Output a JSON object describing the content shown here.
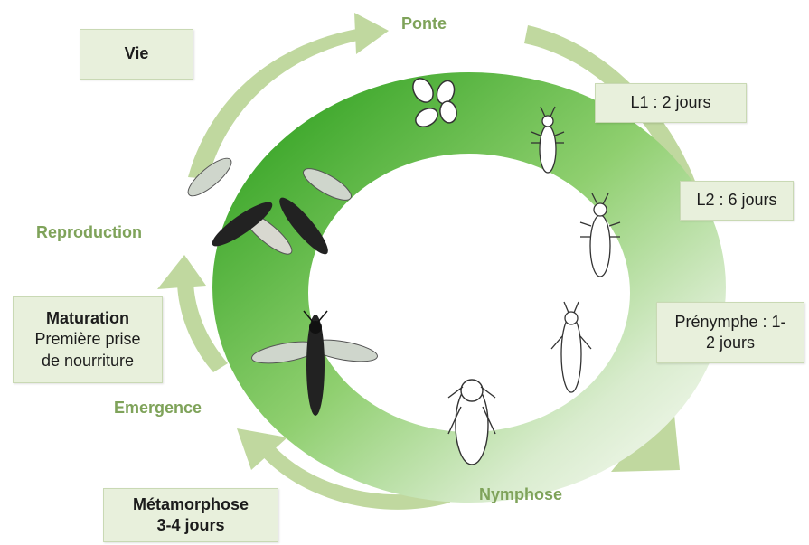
{
  "stages": {
    "ponte": "Ponte",
    "nymphose": "Nymphose",
    "emergence": "Emergence",
    "reproduction": "Reproduction"
  },
  "boxes": {
    "vie": "Vie",
    "l1": "L1 : 2 jours",
    "l2": "L2 : 6 jours",
    "prenymphe_line1": "Prénymphe : 1-",
    "prenymphe_line2": "2 jours",
    "maturation_title": "Maturation",
    "maturation_line2": "Première prise",
    "maturation_line3": "de nourriture",
    "metamorphose_line1": "Métamorphose",
    "metamorphose_line2": "3-4 jours"
  },
  "colors": {
    "ring_dark": "#4fb33a",
    "ring_light": "#f4f8f0",
    "arrow": "#bcd69a",
    "label": "#7fa35a",
    "box_bg": "#e8f0dc"
  }
}
